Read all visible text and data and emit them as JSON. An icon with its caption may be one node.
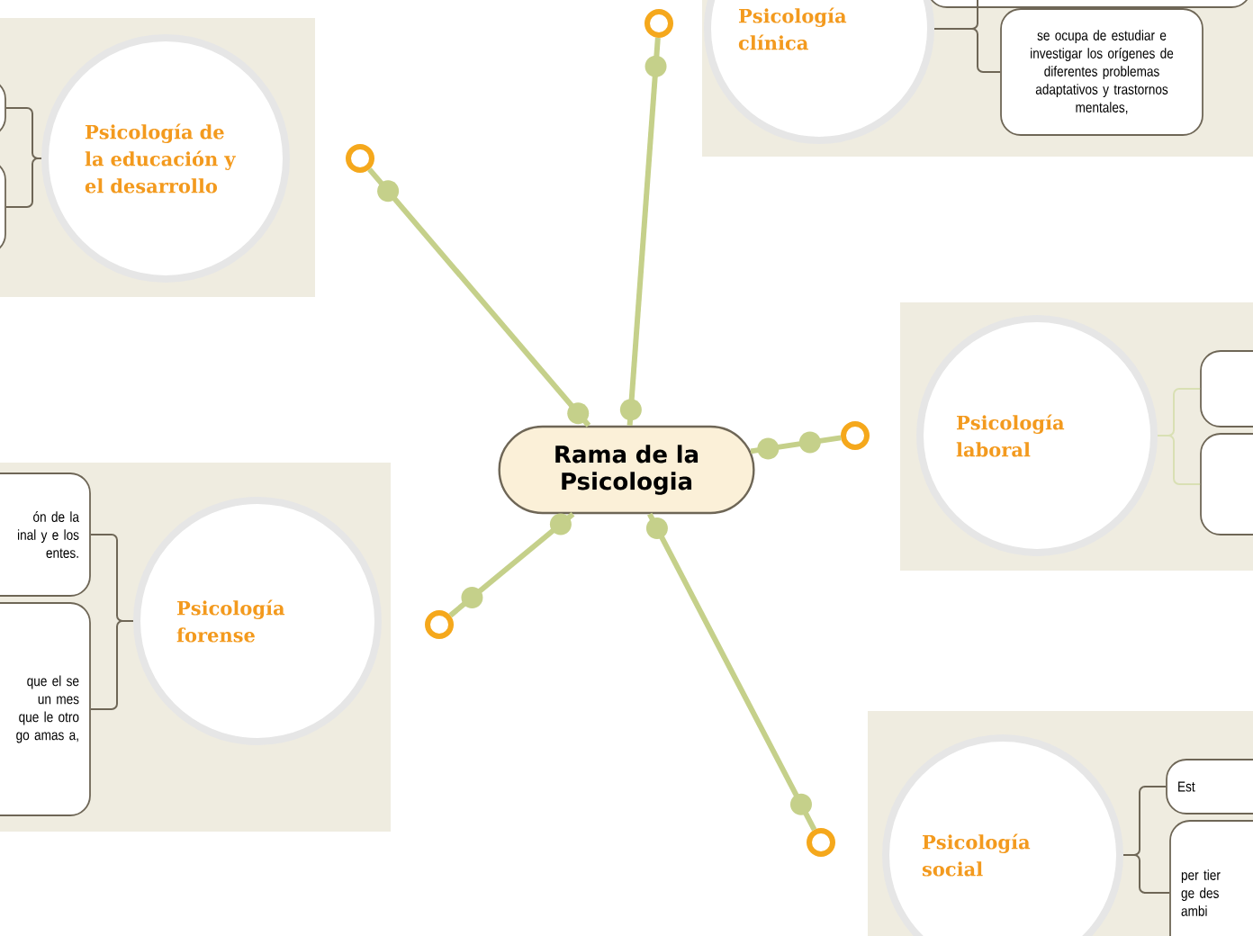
{
  "diagram": {
    "nodes": [
      {
        "text": [
          "Rama de la Psicologia"
        ]
      },
      {
        "text": [
          "Psicología de la educación y el desarrollo"
        ]
      },
      {
        "text": [],
        "shape": "box"
      },
      {
        "text": [],
        "shape": "box"
      },
      {
        "text": [
          "Psicología clínica"
        ]
      },
      {
        "text": [],
        "shape": "box"
      },
      {
        "text": [
          "se ocupa de estudiar e investigar los orígenes de diferentes problemas adaptativos y trastornos mentales,"
        ]
      },
      {
        "text": [
          "Psicología laboral"
        ]
      },
      {
        "text": [],
        "shape": "box"
      },
      {
        "text": [],
        "shape": "box"
      },
      {
        "text": [
          "Psicología forense"
        ]
      },
      {
        "text": [
          "ón de la inal y e los entes."
        ]
      },
      {
        "text": [
          "que el se un mes que le otro go amas a,"
        ]
      },
      {
        "text": [
          "Psicología social"
        ]
      },
      {
        "text": [
          "Est"
        ]
      },
      {
        "text": [
          "per tier ge des ambi"
        ]
      },
      {
        "text": [],
        "shape": "circle"
      },
      {
        "text": [],
        "shape": "circle"
      },
      {
        "text": [],
        "shape": "circle"
      },
      {
        "text": [],
        "shape": "circle"
      },
      {
        "text": [],
        "shape": "circle"
      }
    ],
    "edges": [
      {
        "from": 0,
        "to": 16,
        "arrow": "other",
        "style": "thick",
        "color": "#c5d08a"
      },
      {
        "from": 0,
        "to": 17,
        "arrow": "other",
        "style": "thick",
        "color": "#c5d08a"
      },
      {
        "from": 0,
        "to": 18,
        "arrow": "other",
        "style": "thick",
        "color": "#c5d08a"
      },
      {
        "from": 0,
        "to": 19,
        "arrow": "other",
        "style": "thick",
        "color": "#c5d08a"
      },
      {
        "from": 0,
        "to": 20,
        "arrow": "other",
        "style": "thick",
        "color": "#c5d08a"
      },
      {
        "from": 1,
        "to": 2,
        "arrow": "none"
      },
      {
        "from": 1,
        "to": 3,
        "arrow": "none"
      },
      {
        "from": 4,
        "to": 5,
        "arrow": "none"
      },
      {
        "from": 4,
        "to": 6,
        "arrow": "none"
      },
      {
        "from": 7,
        "to": 8,
        "arrow": "none",
        "color": "#d9e0b4"
      },
      {
        "from": 7,
        "to": 9,
        "arrow": "none",
        "color": "#d9e0b4"
      },
      {
        "from": 10,
        "to": 11,
        "arrow": "none"
      },
      {
        "from": 10,
        "to": 12,
        "arrow": "none"
      },
      {
        "from": 13,
        "to": 14,
        "arrow": "none"
      },
      {
        "from": 13,
        "to": 15,
        "arrow": "none"
      }
    ]
  }
}
